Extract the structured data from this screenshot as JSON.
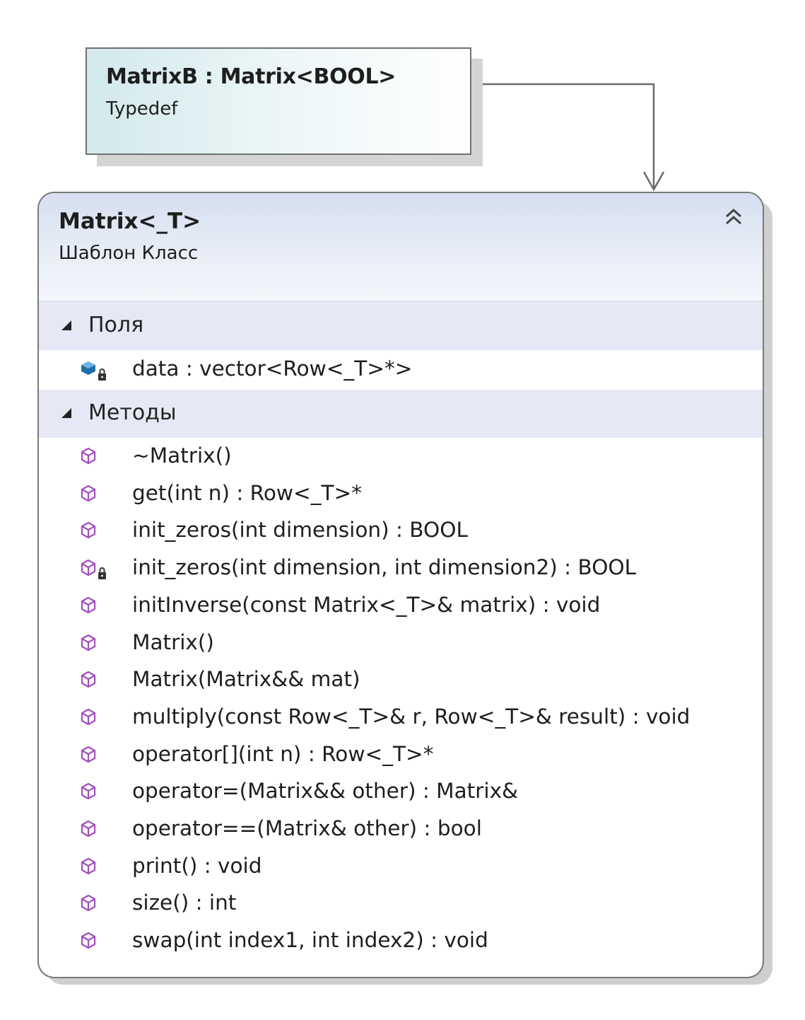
{
  "typedef": {
    "title": "MatrixB : Matrix<BOOL>",
    "subtitle": "Typedef"
  },
  "class": {
    "title": "Matrix<_T>",
    "subtitle": "Шаблон Класс",
    "collapse_icon": "double-chevron-up-icon"
  },
  "fields_section": {
    "label": "Поля",
    "items": [
      {
        "text": "data : vector<Row<_T>*>",
        "icon": "private-field-icon"
      }
    ]
  },
  "methods_section": {
    "label": "Методы",
    "items": [
      {
        "text": "~Matrix()",
        "icon": "method-icon"
      },
      {
        "text": "get(int n) : Row<_T>*",
        "icon": "method-icon"
      },
      {
        "text": "init_zeros(int dimension) : BOOL",
        "icon": "method-icon"
      },
      {
        "text": "init_zeros(int dimension, int dimension2) : BOOL",
        "icon": "private-method-icon"
      },
      {
        "text": "initInverse(const Matrix<_T>& matrix) : void",
        "icon": "method-icon"
      },
      {
        "text": "Matrix()",
        "icon": "method-icon"
      },
      {
        "text": "Matrix(Matrix&& mat)",
        "icon": "method-icon"
      },
      {
        "text": "multiply(const Row<_T>& r, Row<_T>& result) : void",
        "icon": "method-icon"
      },
      {
        "text": "operator[](int n) : Row<_T>*",
        "icon": "method-icon"
      },
      {
        "text": "operator=(Matrix&& other) : Matrix&",
        "icon": "method-icon"
      },
      {
        "text": "operator==(Matrix& other) : bool",
        "icon": "method-icon"
      },
      {
        "text": "print() : void",
        "icon": "method-icon"
      },
      {
        "text": "size() : int",
        "icon": "method-icon"
      },
      {
        "text": "swap(int index1, int index2) : void",
        "icon": "method-icon"
      }
    ]
  },
  "colors": {
    "method_icon": "#a24ec0",
    "field_icon": "#1e6fa8",
    "border": "#7a7a7a"
  }
}
